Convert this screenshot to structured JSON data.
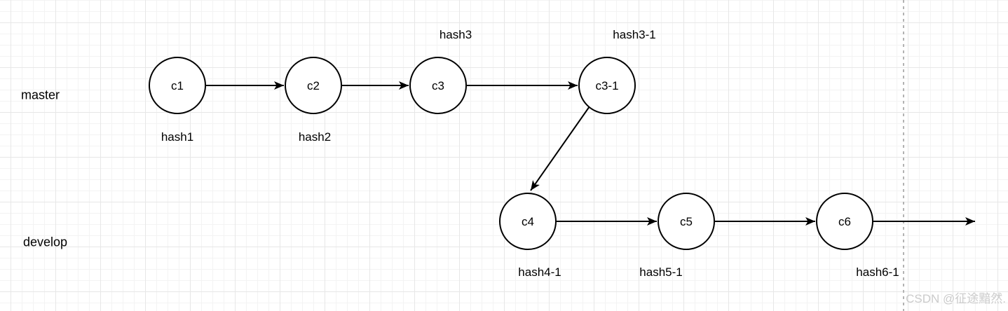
{
  "diagram": {
    "type": "git-branch-diagram",
    "branches": [
      {
        "label": "master"
      },
      {
        "label": "develop"
      }
    ],
    "nodes": [
      {
        "label": "c1",
        "hash": "hash1"
      },
      {
        "label": "c2",
        "hash": "hash2"
      },
      {
        "label": "c3",
        "hash": "hash3"
      },
      {
        "label": "c3-1",
        "hash": "hash3-1"
      },
      {
        "label": "c4",
        "hash": "hash4-1"
      },
      {
        "label": "c5",
        "hash": "hash5-1"
      },
      {
        "label": "c6",
        "hash": "hash6-1"
      }
    ],
    "edges": [
      {
        "from": "c1",
        "to": "c2"
      },
      {
        "from": "c2",
        "to": "c3"
      },
      {
        "from": "c3",
        "to": "c3-1"
      },
      {
        "from": "c3-1",
        "to": "c4"
      },
      {
        "from": "c4",
        "to": "c5"
      },
      {
        "from": "c5",
        "to": "c6"
      },
      {
        "from": "c6",
        "to": ""
      }
    ]
  },
  "watermark": {
    "text": "CSDN @征途黯然."
  },
  "colors": {
    "node_fill": "#ffffff",
    "node_stroke": "#000000",
    "edge": "#000000",
    "dashed_boundary": "#b3b3b3",
    "grid_minor": "#f3f3f3",
    "grid_major": "#e7e7e7",
    "watermark": "#cbcbcb"
  }
}
